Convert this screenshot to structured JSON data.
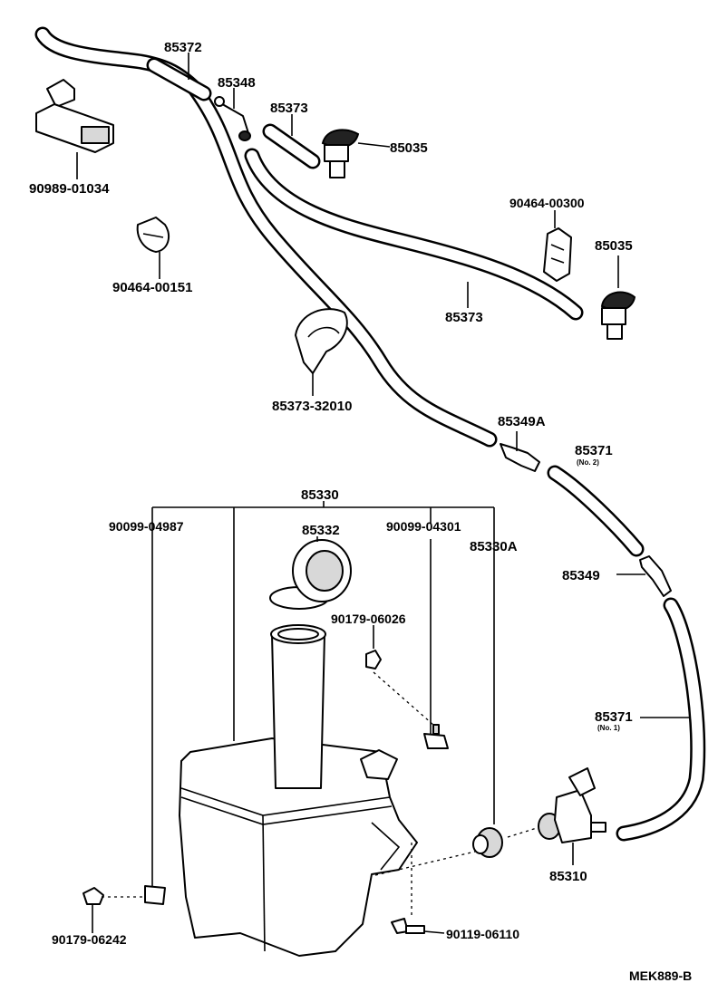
{
  "labels": {
    "p85372": "85372",
    "p85348": "85348",
    "p85373_top": "85373",
    "p85035_top": "85035",
    "p90989": "90989-01034",
    "p90464_00300": "90464-00300",
    "p85035_right": "85035",
    "p90464_00151": "90464-00151",
    "p85373_mid": "85373",
    "p85373_32010": "85373-32010",
    "p85349a": "85349A",
    "p85371_no2": "85371",
    "p85371_no2_sub": "(No. 2)",
    "p85330": "85330",
    "p90099_04987": "90099-04987",
    "p85332": "85332",
    "p90099_04301": "90099-04301",
    "p85330a": "85330A",
    "p85349": "85349",
    "p90179_06026": "90179-06026",
    "p85371_no1": "85371",
    "p85371_no1_sub": "(No. 1)",
    "p85310": "85310",
    "p90179_06242": "90179-06242",
    "p90119_06110": "90119-06110",
    "diagram_code": "MEK889-B"
  },
  "parts": [
    {
      "number": "85372",
      "icon": "hose-segment-icon"
    },
    {
      "number": "85348",
      "icon": "tee-joint-icon"
    },
    {
      "number": "85373",
      "icon": "washer-hose-icon"
    },
    {
      "number": "85035",
      "icon": "washer-nozzle-icon"
    },
    {
      "number": "90989-01034",
      "icon": "relay-connector-icon"
    },
    {
      "number": "90464-00300",
      "icon": "hose-clip-icon"
    },
    {
      "number": "90464-00151",
      "icon": "hose-clip-icon"
    },
    {
      "number": "85373-32010",
      "icon": "hose-clamp-icon"
    },
    {
      "number": "85349A",
      "icon": "check-valve-icon"
    },
    {
      "number": "85371",
      "icon": "washer-hose-icon"
    },
    {
      "number": "85330",
      "icon": "washer-tank-icon"
    },
    {
      "number": "85332",
      "icon": "tank-cap-icon"
    },
    {
      "number": "90099-04987",
      "icon": "bracket-icon"
    },
    {
      "number": "90099-04301",
      "icon": "bracket-icon"
    },
    {
      "number": "85330A",
      "icon": "grommet-icon"
    },
    {
      "number": "85349",
      "icon": "check-valve-icon"
    },
    {
      "number": "90179-06026",
      "icon": "nut-icon"
    },
    {
      "number": "85310",
      "icon": "washer-pump-icon"
    },
    {
      "number": "90179-06242",
      "icon": "nut-icon"
    },
    {
      "number": "90119-06110",
      "icon": "bolt-icon"
    }
  ]
}
